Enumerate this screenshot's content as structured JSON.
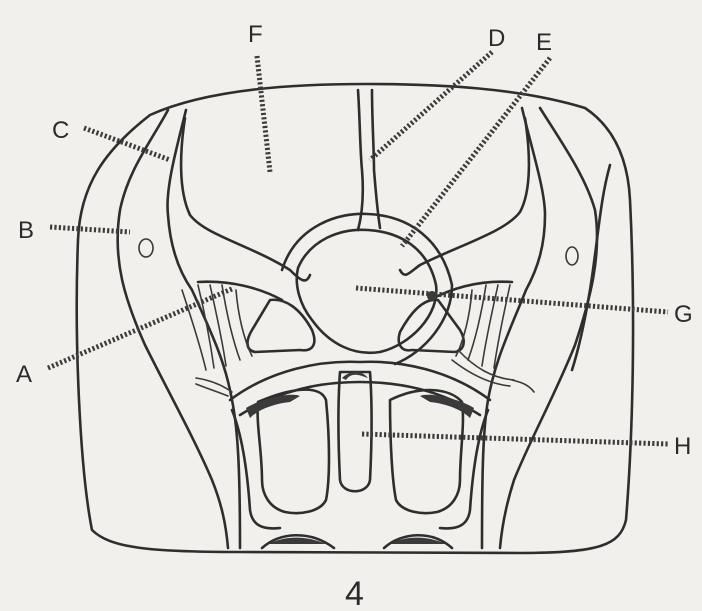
{
  "figure_number": "4",
  "labels": {
    "A": "A",
    "B": "B",
    "C": "C",
    "D": "D",
    "E": "E",
    "F": "F",
    "G": "G",
    "H": "H"
  }
}
